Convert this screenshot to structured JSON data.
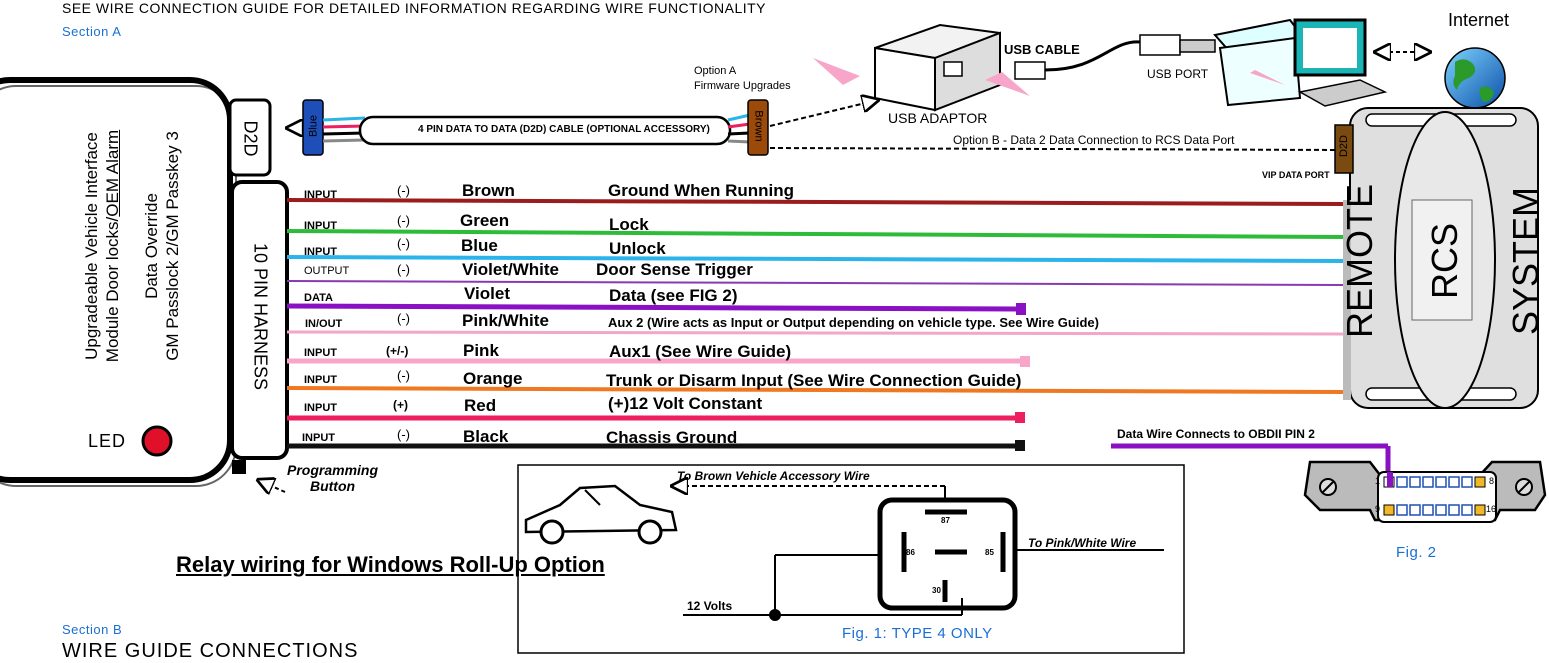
{
  "header": {
    "guide_note": "SEE WIRE CONNECTION GUIDE FOR DETAILED INFORMATION REGARDING WIRE FUNCTIONALITY",
    "section_a": "Section A",
    "section_b": "Section B",
    "wire_guide_title": "WIRE GUIDE  CONNECTIONS"
  },
  "module": {
    "title_line1": "Upgradeable Vehicle Interface",
    "title_line2_prefix": "Module Door locks/",
    "title_line2_underlined": "OEM Alarm",
    "sub_line1": "Data Override",
    "sub_line2": "GM Passlock 2/GM Passkey 3",
    "led_label": "LED",
    "d2d_label": "D2D",
    "harness_label": "10 PIN HARNESS",
    "programming_button": [
      "Programming",
      "Button"
    ]
  },
  "d2d_cable": {
    "label": "4 PIN DATA TO DATA (D2D) CABLE (OPTIONAL ACCESSORY)",
    "left_plug": "Blue",
    "right_plug": "Brown"
  },
  "upgrade": {
    "option_a": [
      "Option A",
      "Firmware Upgrades"
    ],
    "usb_adaptor": "USB ADAPTOR",
    "usb_cable": "USB CABLE",
    "usb_port": "USB PORT",
    "internet": "Internet",
    "option_b": "Option B - Data 2 Data Connection to RCS Data Port"
  },
  "rcs": {
    "vip_data_port": "VIP  DATA PORT",
    "d2d": "D2D",
    "remote": "REMOTE",
    "rcs": "RCS",
    "system": "SYSTEM"
  },
  "wires": [
    {
      "dir": "INPUT",
      "pol": "(-)",
      "color": "Brown",
      "func": "Ground When Running",
      "hex": "#9b1c1c",
      "bold": true
    },
    {
      "dir": "INPUT",
      "pol": "(-)",
      "color": "Green",
      "func": "Lock",
      "hex": "#2dbb3a",
      "bold": true
    },
    {
      "dir": "INPUT",
      "pol": "(-)",
      "color": "Blue",
      "func": "Unlock",
      "hex": "#2ab4ea",
      "bold": true
    },
    {
      "dir": "OUTPUT",
      "pol": "(-)",
      "color": "Violet/White",
      "func": "Door Sense Trigger",
      "hex": "#8a3ab0",
      "bold": false
    },
    {
      "dir": "DATA",
      "pol": "",
      "color": "Violet",
      "func": "Data (see FIG 2)",
      "hex": "#8a10c4",
      "bold": true
    },
    {
      "dir": "IN/OUT",
      "pol": "(-)",
      "color": "Pink/White",
      "func": "Aux 2 (Wire acts as Input or Output depending on vehicle type. See Wire Guide)",
      "hex": "#f2a6c8",
      "bold": true
    },
    {
      "dir": "INPUT",
      "pol": "(+/-)",
      "color": "Pink",
      "func": "Aux1  (See Wire Guide)",
      "hex": "#f7a6c9",
      "bold": true
    },
    {
      "dir": "INPUT",
      "pol": "(-)",
      "color": "Orange",
      "func": "Trunk or Disarm Input (See Wire Connection Guide)",
      "hex": "#f07820",
      "bold": true
    },
    {
      "dir": "INPUT",
      "pol": "(+)",
      "color": "Red",
      "func": "(+)12 Volt Constant",
      "hex": "#ee1f5f",
      "bold": true
    },
    {
      "dir": "INPUT",
      "pol": "(-)",
      "color": "Black",
      "func": "Chassis Ground",
      "hex": "#111111",
      "bold": true
    }
  ],
  "relay": {
    "title": "Relay wiring for Windows Roll-Up Option",
    "to_brown": "To Brown Vehicle Accessory Wire",
    "to_pink_white": "To Pink/White Wire",
    "twelve_volts": "12 Volts",
    "pin_87": "87",
    "pin_86": "86",
    "pin_85": "85",
    "pin_30": "30",
    "fig1": "Fig. 1: TYPE 4 ONLY"
  },
  "obd": {
    "label": "Data Wire Connects to OBDII PIN 2",
    "pin1": "1",
    "pin8": "8",
    "pin9": "9",
    "pin16": "16",
    "fig2": "Fig. 2"
  }
}
